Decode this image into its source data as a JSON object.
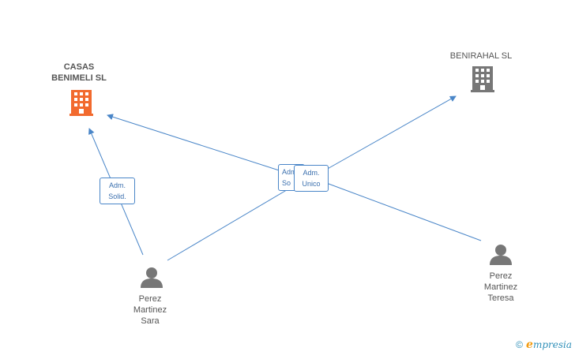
{
  "companies": {
    "casas": {
      "name": "CASAS\nBENIMELI SL",
      "color": "#f26a2e"
    },
    "benirahal": {
      "name": "BENIRAHAL  SL",
      "color": "#777777"
    }
  },
  "people": {
    "sara": {
      "name": "Perez\nMartinez\nSara"
    },
    "teresa": {
      "name": "Perez\nMartinez\nTeresa"
    }
  },
  "edges": {
    "adm_solid": "Adm.\nSolid.",
    "adm_so": "Adm.\nSo",
    "adm_unico": "Adm.\nUnico"
  },
  "colors": {
    "edge": "#4a86c8",
    "person": "#777777"
  },
  "footer": {
    "copyright": "©",
    "brand_initial": "e",
    "brand_rest": "mpresia"
  }
}
